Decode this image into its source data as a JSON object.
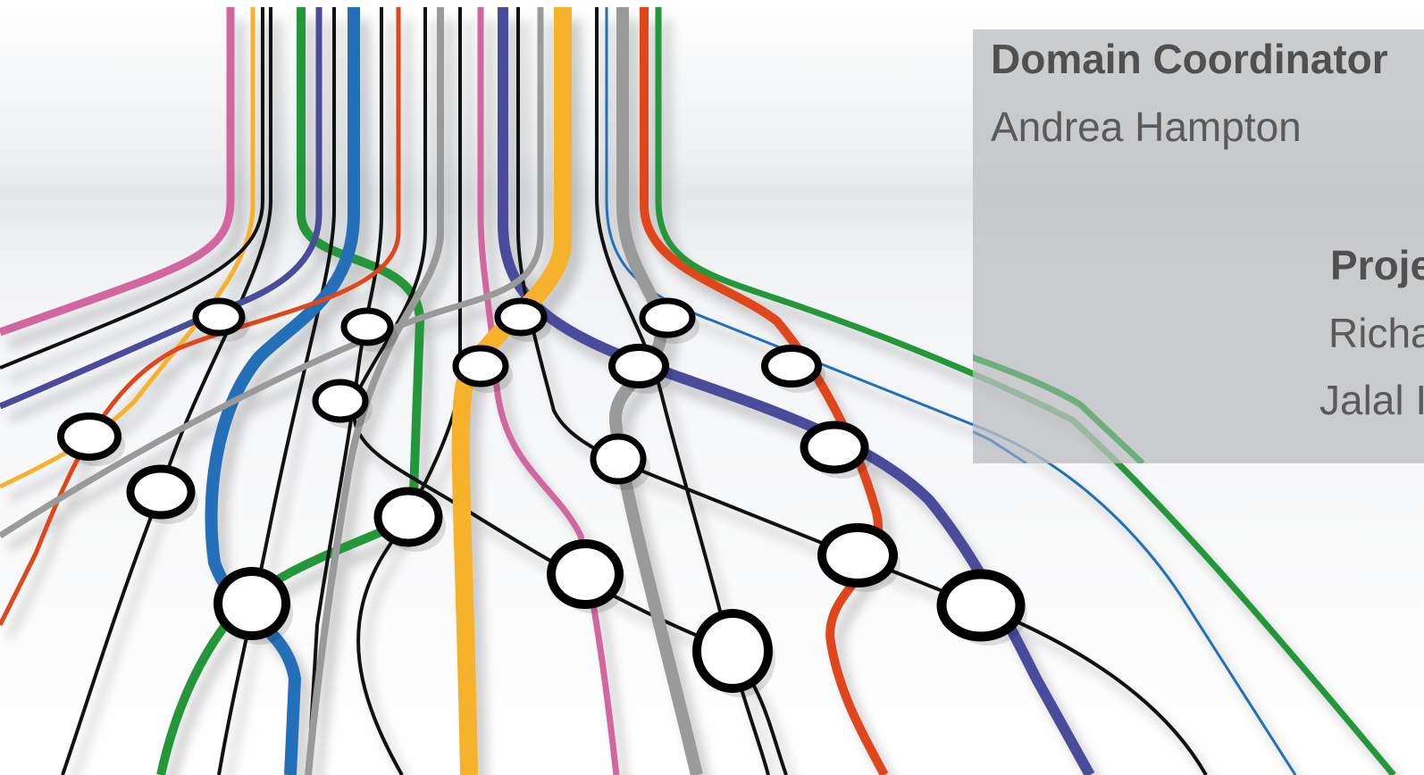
{
  "panel": {
    "coordinator_heading": "Domain Coordinator",
    "coordinator_name": "Andrea Hampton",
    "project_heading": "Proje",
    "project_members": [
      "Richa",
      "Jalal I"
    ]
  },
  "colors": {
    "pink": "#d2679f",
    "orange": "#f7b22b",
    "black": "#111111",
    "green": "#23973a",
    "purple": "#4b4b9c",
    "blue": "#2370b8",
    "red": "#e0461c",
    "gray": "#9a9a9a",
    "panel": "#bebfc1"
  }
}
